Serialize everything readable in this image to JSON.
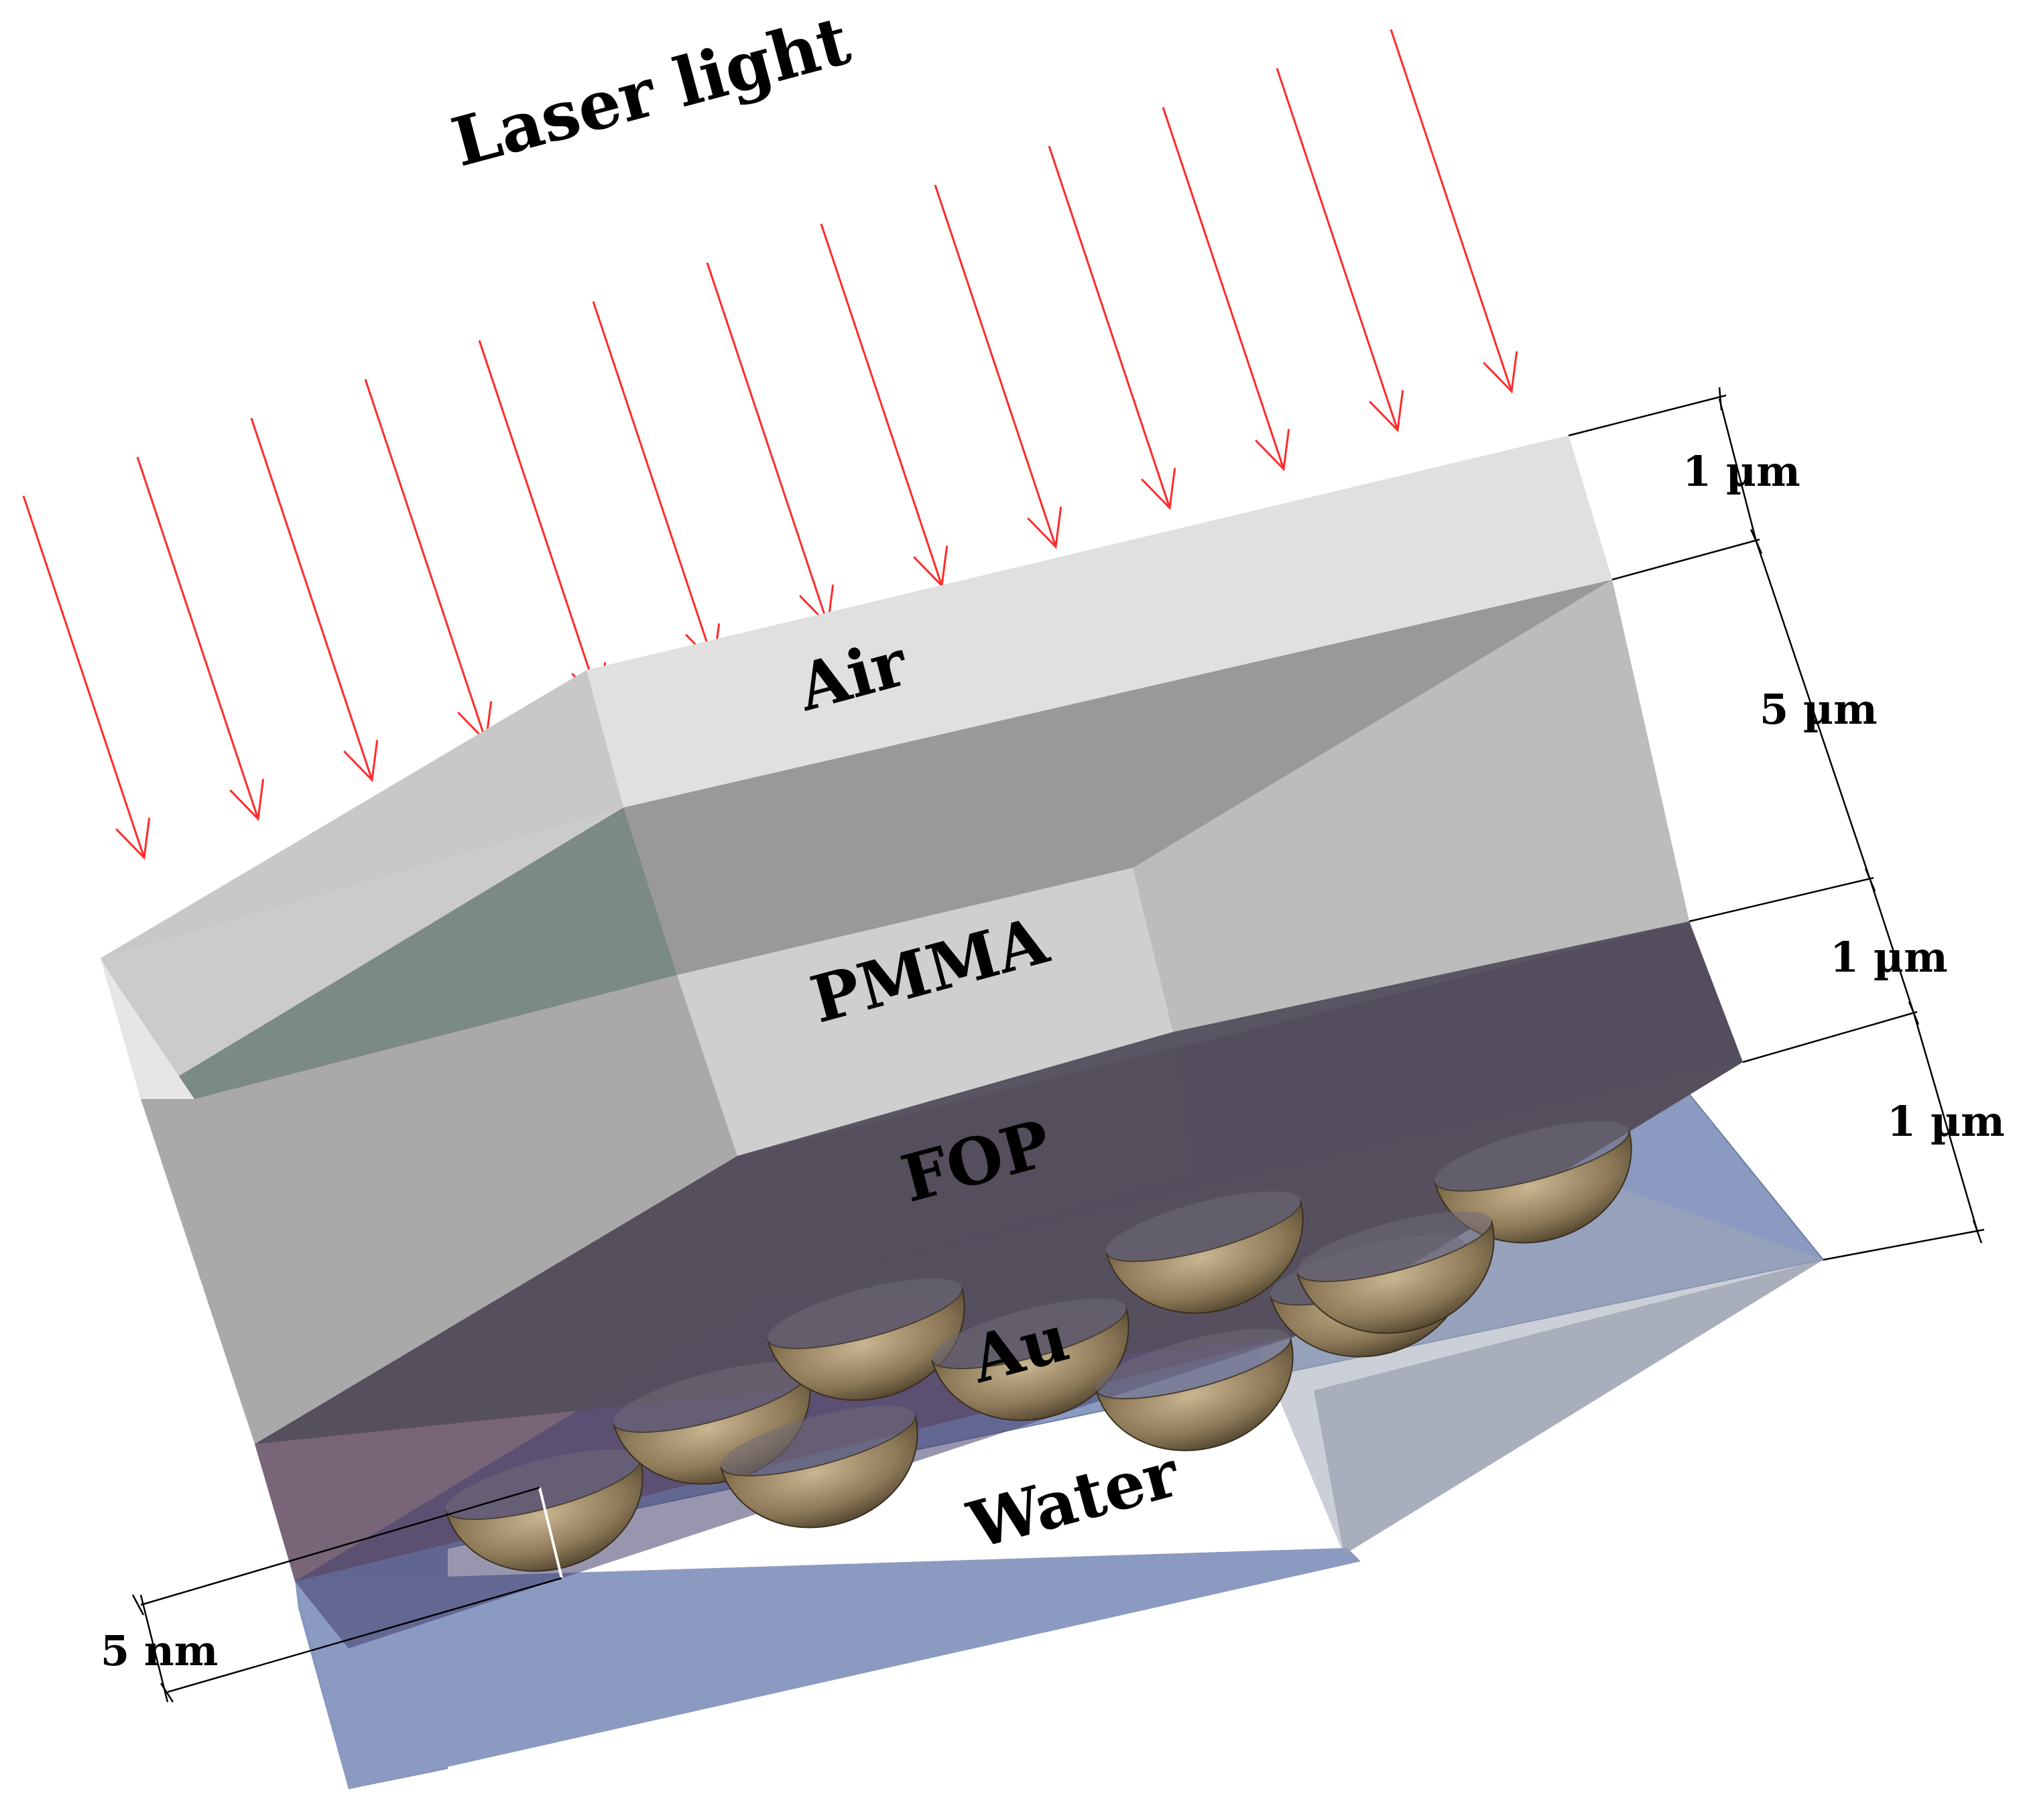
{
  "title": "Laser light",
  "layers": {
    "air": "Air",
    "pmma": "PMMA",
    "fop": "FOP",
    "au": "Au",
    "water": "Water"
  },
  "dimensions": {
    "air_thickness": "1 µm",
    "pmma_thickness": "5 µm",
    "fop_thickness": "1 µm",
    "water_thickness": "1 µm",
    "particle_size": "5 nm"
  },
  "colors": {
    "laser_arrow": "#ff2a2a",
    "air": "#e1e1e1",
    "pmma": "#c4c4c4",
    "fop": "#6e5a78",
    "water": "#8696bd",
    "gold_particle": "#8b7553"
  },
  "laser_arrow_count": 13,
  "particle_count": 10
}
